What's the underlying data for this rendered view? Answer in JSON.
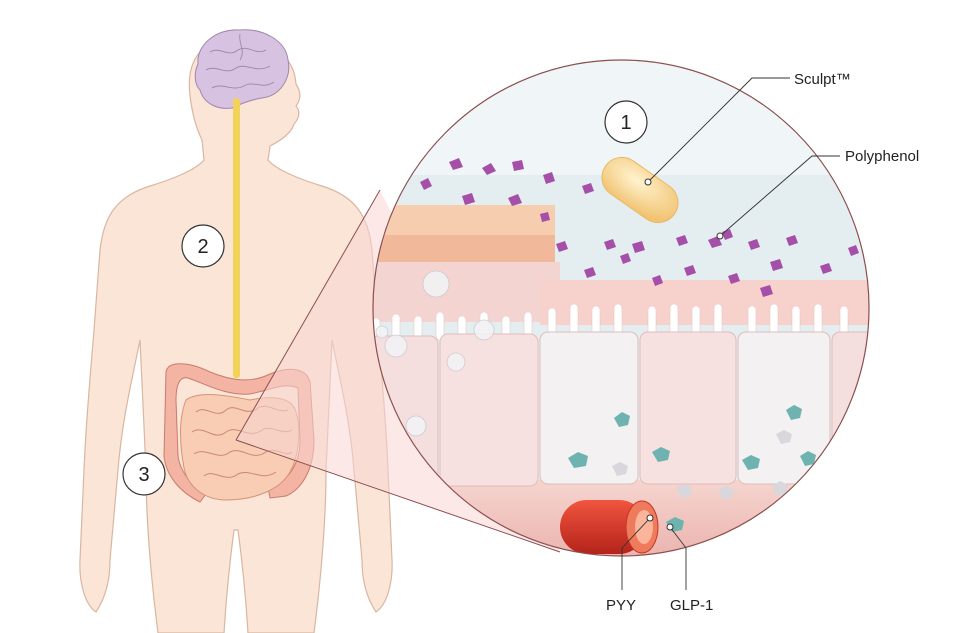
{
  "labels": {
    "sculpt": "Sculpt™",
    "polyphenol": "Polyphenol",
    "pyy": "PYY",
    "glp1": "GLP-1"
  },
  "steps": [
    "1",
    "2",
    "3"
  ],
  "colors": {
    "body_fill": "#fbe5d6",
    "body_stroke": "#d9b6a2",
    "brain": "#d8c2e2",
    "nerve": "#f1d35a",
    "intestine": "#f6c4ab",
    "lumen": "#e4eef0",
    "mucosa": "#f6c9c4",
    "cell": "#f5dada",
    "polyphenol": "#a54fa8",
    "capsule": "#f8d48c",
    "vessel": "#d9352a",
    "hormone": "#6fb3b0"
  }
}
